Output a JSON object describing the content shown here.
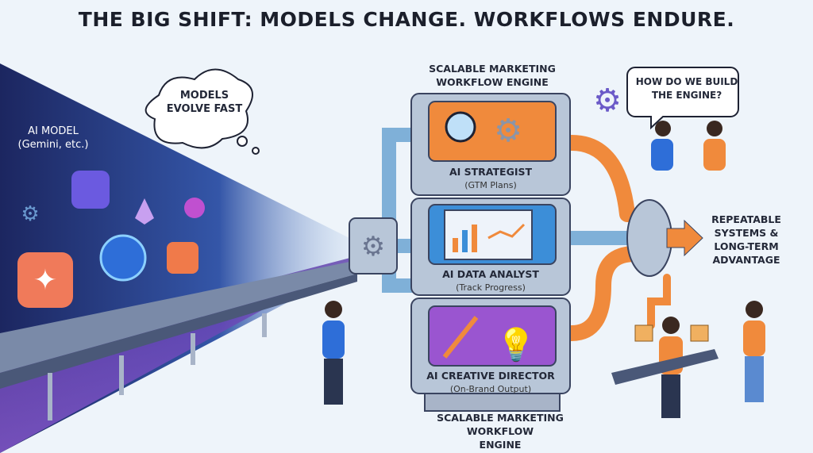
{
  "title": "THE BIG SHIFT: MODELS CHANGE. WORKFLOWS ENDURE.",
  "left": {
    "model_label": "AI MODEL",
    "model_sub": "(Gemini, etc.)",
    "thought_bubble": [
      "MODELS",
      "EVOLVE FAST"
    ]
  },
  "engine": {
    "top_label": [
      "SCALABLE MARKETING",
      "WORKFLOW ENGINE"
    ],
    "bottom_label": [
      "SCALABLE MARKETING WORKFLOW",
      "ENGINE"
    ],
    "modules": [
      {
        "title": "AI STRATEGIST",
        "sub": "(GTM Plans)",
        "color": "#f08a3c"
      },
      {
        "title": "AI DATA ANALYST",
        "sub": "(Track Progress)",
        "color": "#3c8ed8"
      },
      {
        "title": "AI CREATIVE DIRECTOR",
        "sub": "(On-Brand Output)",
        "color": "#9a55d0"
      }
    ]
  },
  "right": {
    "speech_bubble": [
      "HOW DO WE BUILD",
      "THE ENGINE?"
    ],
    "outcome": [
      "REPEATABLE",
      "SYSTEMS &",
      "LONG-TERM",
      "ADVANTAGE"
    ]
  },
  "colors": {
    "navy": "#1c2660",
    "orange": "#f08a3c",
    "pipe_blue": "#7fb0d8",
    "machine": "#b8c6d8"
  }
}
